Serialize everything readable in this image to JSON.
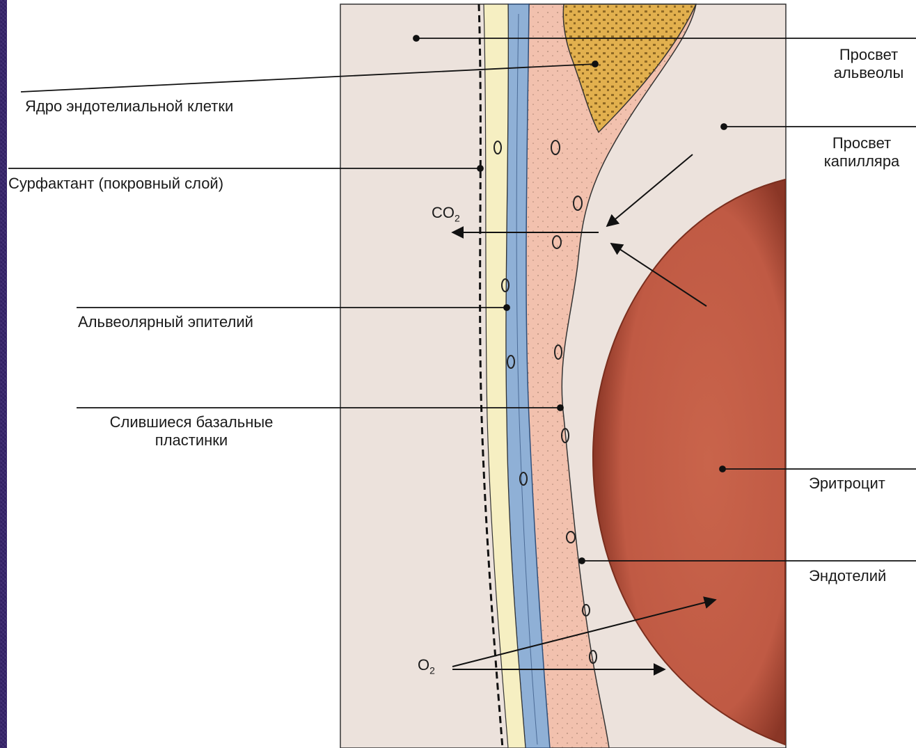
{
  "labels": {
    "alveolar_lumen": "Просвет\nальвеолы",
    "endothelial_nucleus": "Ядро эндотелиальной клетки",
    "capillary_lumen": "Просвет\nкапилляра",
    "surfactant": "Сурфактант (покровный слой)",
    "co2_text": "CO",
    "co2_sub": "2",
    "alveolar_epithelium": "Альвеолярный эпителий",
    "fused_basal_laminae": "Слившиеся базальные\nпластинки",
    "erythrocyte": "Эритроцит",
    "endothelium": "Эндотелий",
    "o2_text": "O",
    "o2_sub": "2"
  },
  "colors": {
    "slide_background": "#33206a",
    "panel": "#ffffff",
    "lumen": "#ece2dc",
    "surfactant_layer": "#f6efc2",
    "basal_lamina": "#8fb0d6",
    "endothelium": "#f2c1ae",
    "nucleus": "#e2b04e",
    "erythrocyte": "#c8624a"
  }
}
